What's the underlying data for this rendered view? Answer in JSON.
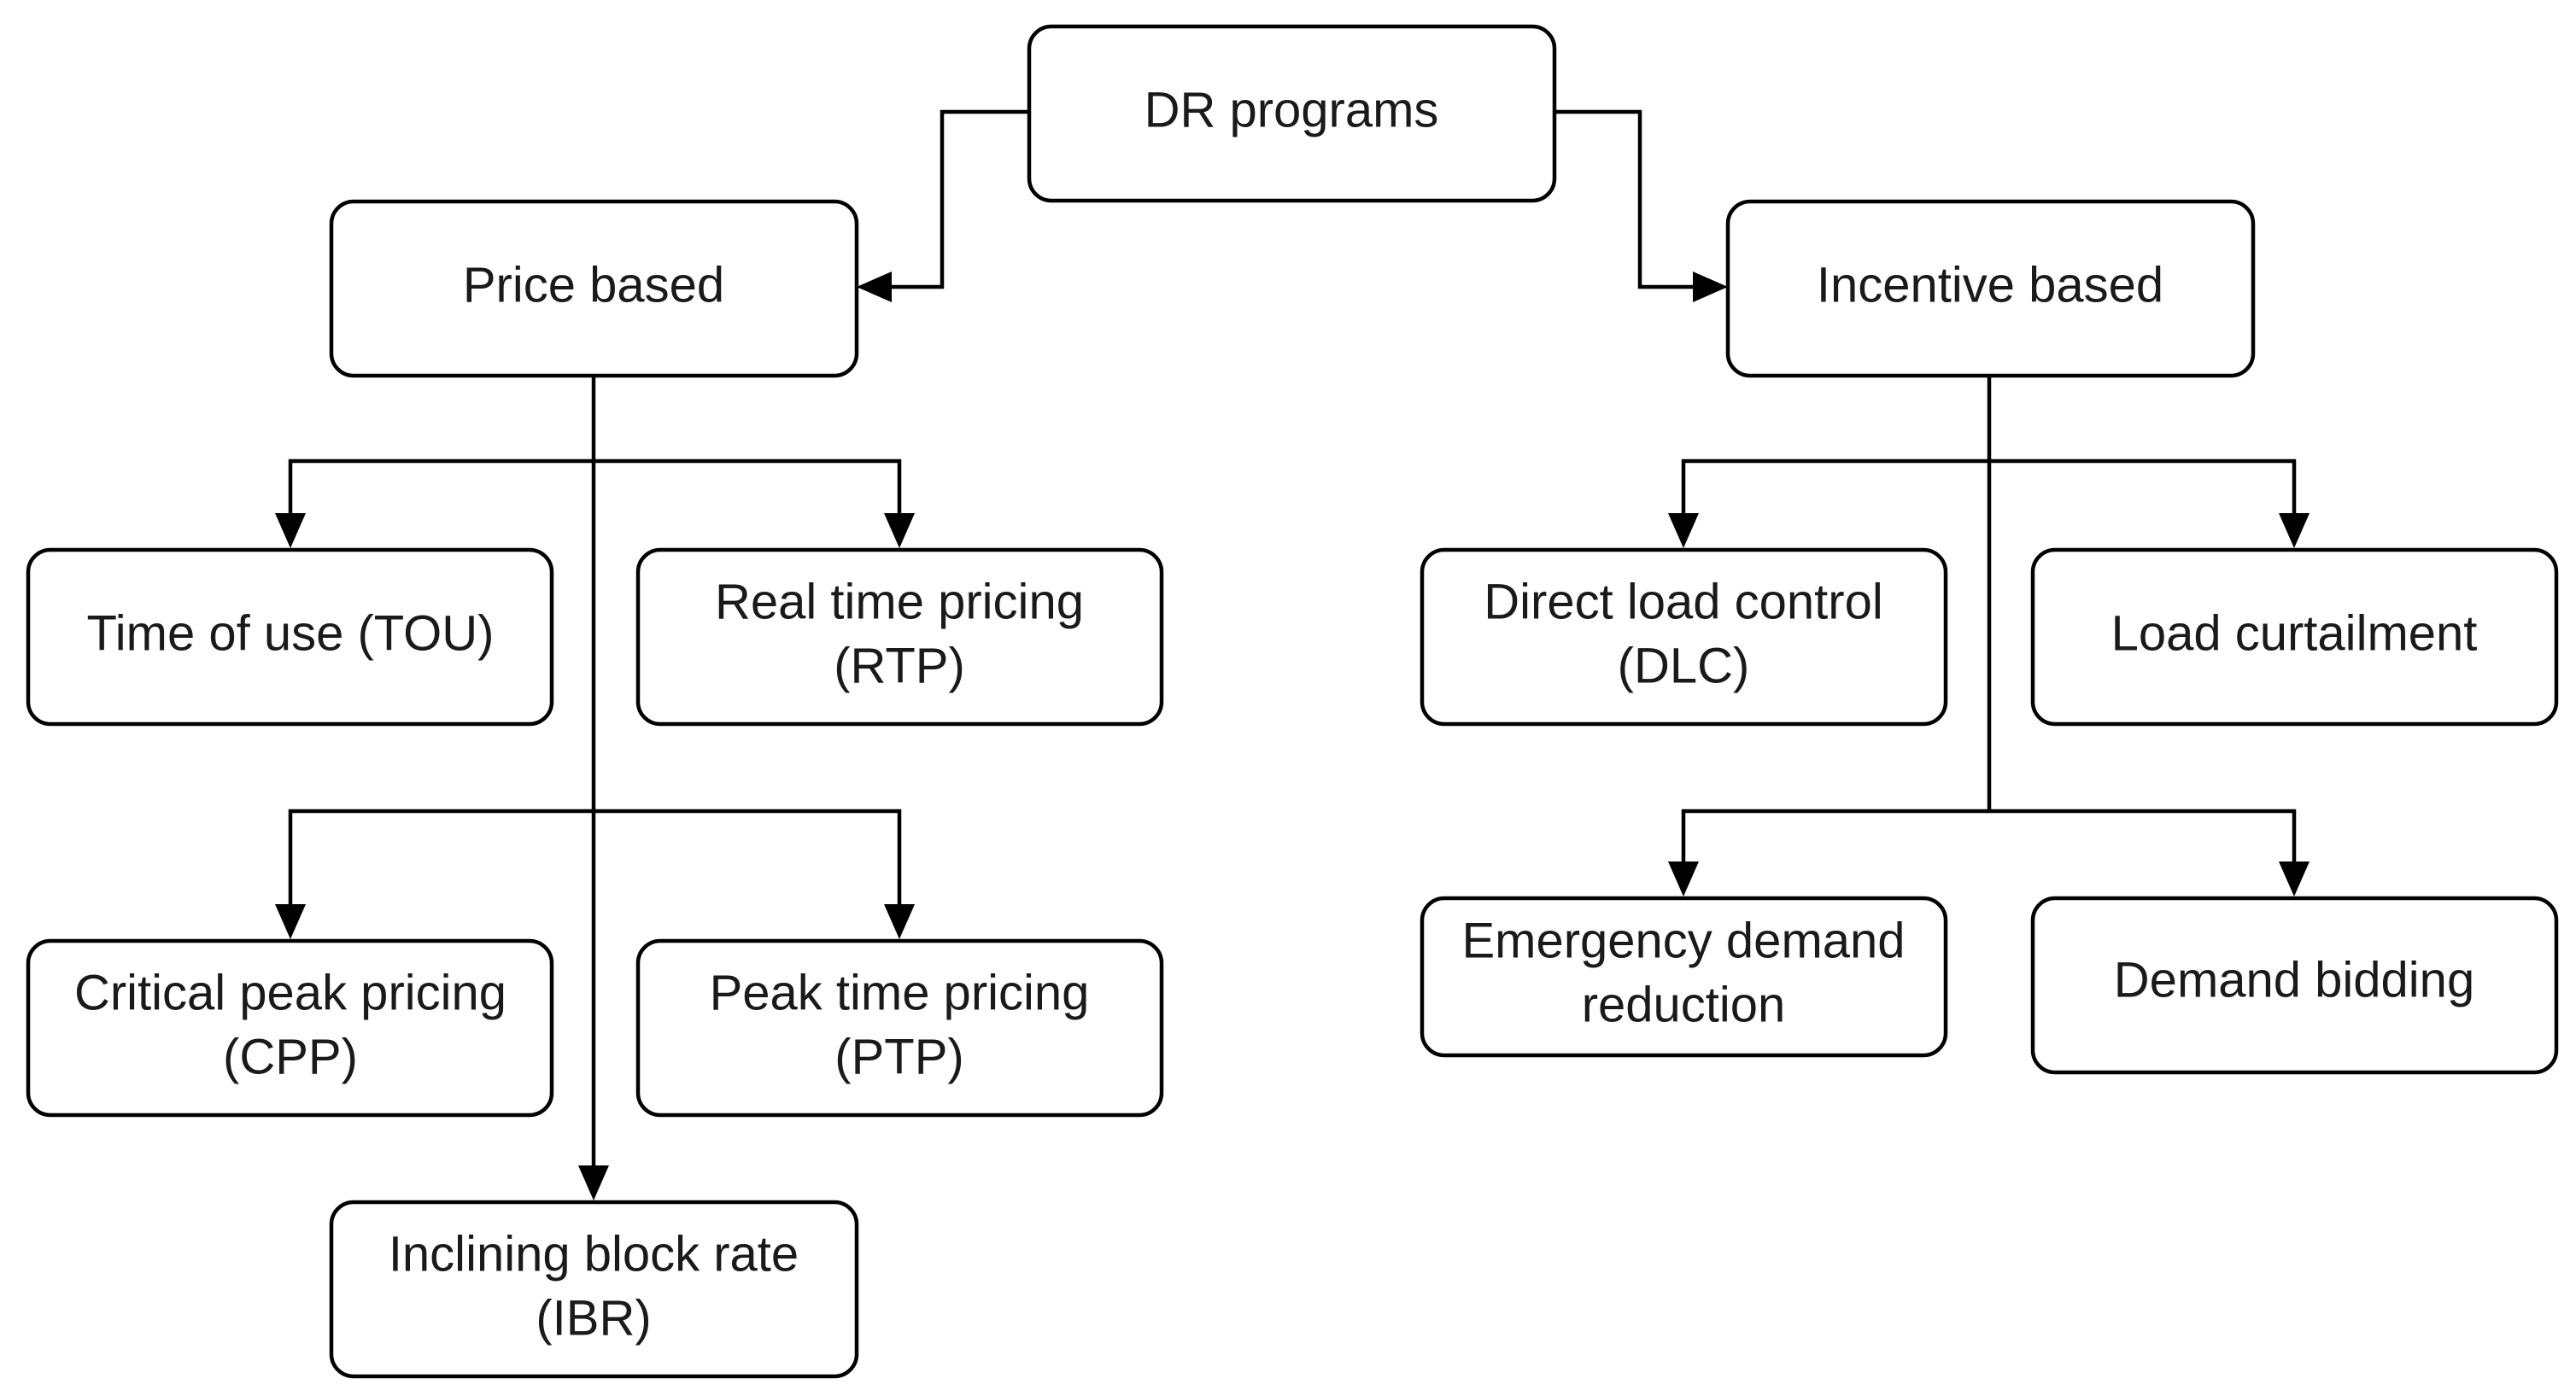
{
  "diagram": {
    "root": {
      "label": "DR programs"
    },
    "price_based": {
      "label": "Price based",
      "children": {
        "tou": {
          "lines": [
            "Time of use (TOU)"
          ]
        },
        "rtp": {
          "lines": [
            "Real time pricing",
            "(RTP)"
          ]
        },
        "cpp": {
          "lines": [
            "Critical peak pricing",
            "(CPP)"
          ]
        },
        "ptp": {
          "lines": [
            "Peak time pricing",
            "(PTP)"
          ]
        },
        "ibr": {
          "lines": [
            "Inclining block rate",
            "(IBR)"
          ]
        }
      }
    },
    "incentive_based": {
      "label": "Incentive based",
      "children": {
        "dlc": {
          "lines": [
            "Direct load control",
            "(DLC)"
          ]
        },
        "load_curtailment": {
          "lines": [
            "Load curtailment"
          ]
        },
        "emergency": {
          "lines": [
            "Emergency demand",
            "reduction"
          ]
        },
        "demand_bidding": {
          "lines": [
            "Demand bidding"
          ]
        }
      }
    }
  }
}
